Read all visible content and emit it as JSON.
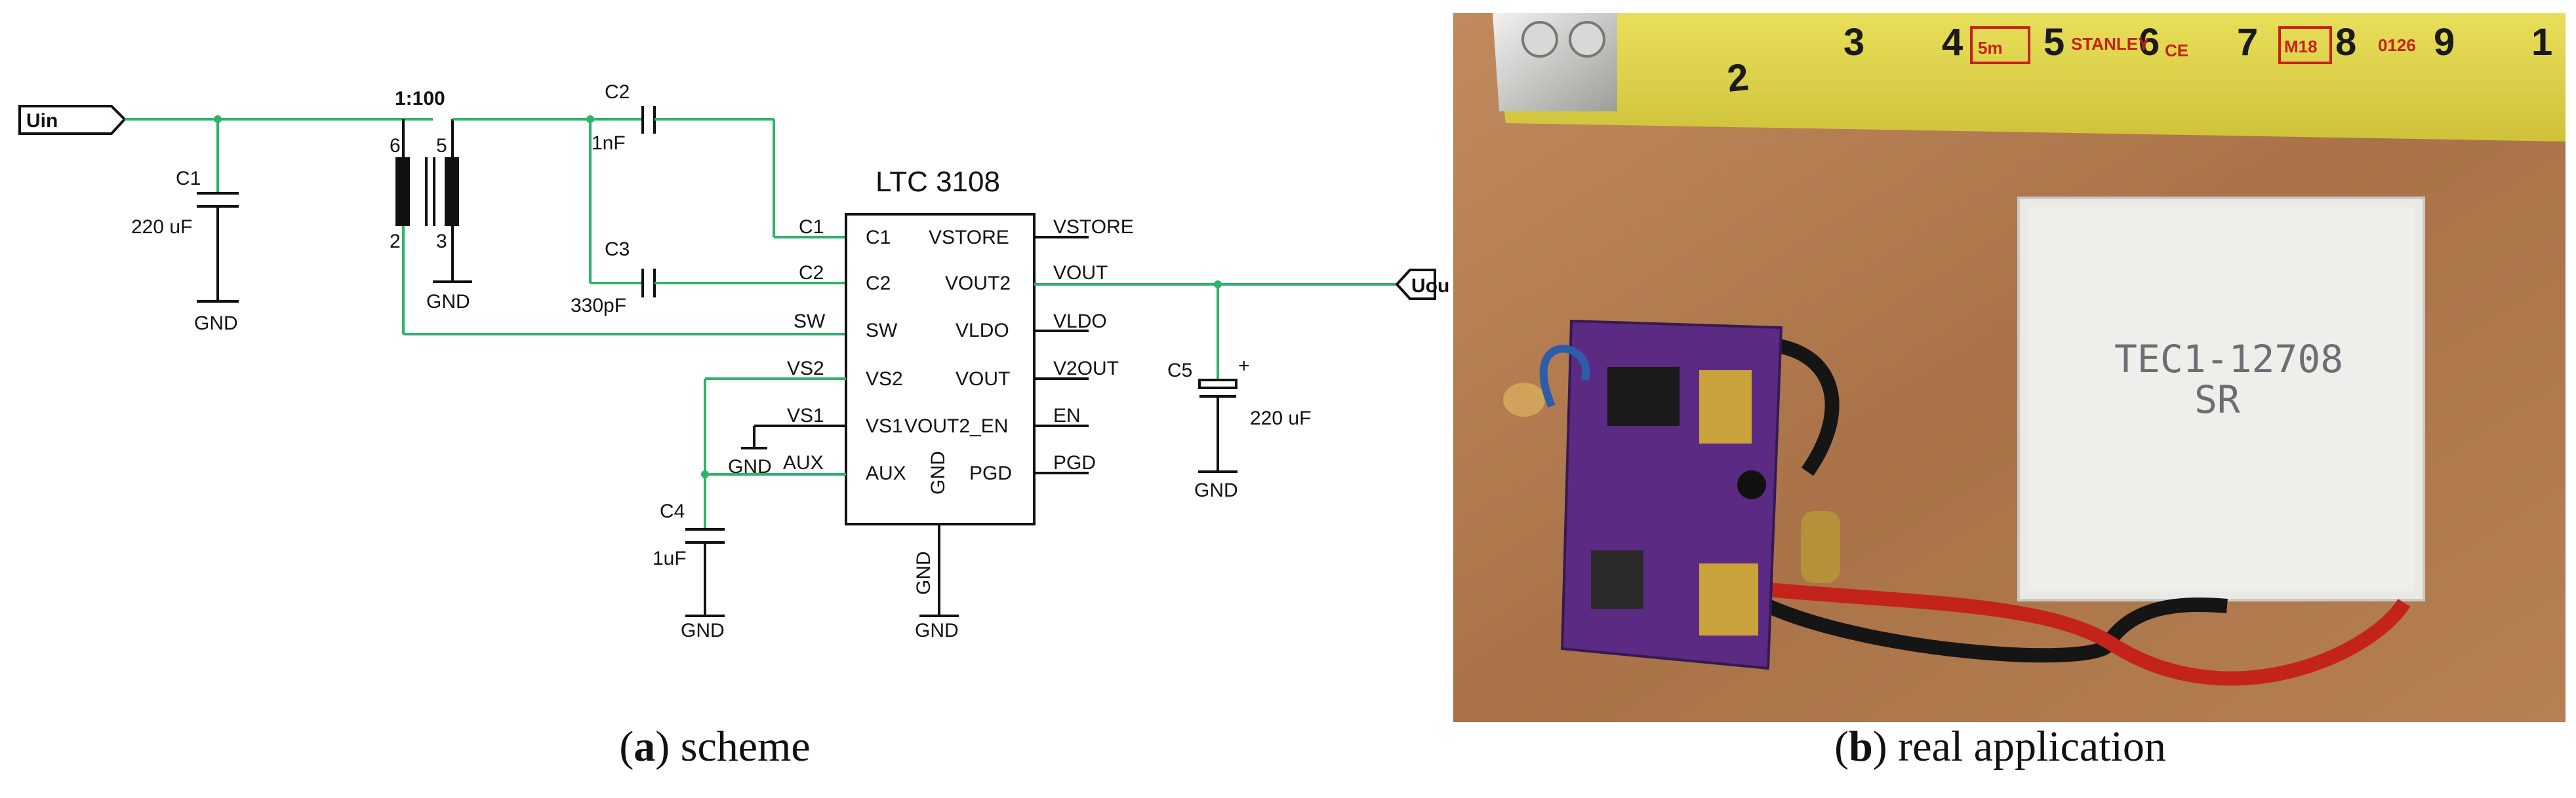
{
  "scheme": {
    "chip_title": "LTC 3108",
    "ports": {
      "input": "Uin",
      "output": "Uout"
    },
    "transformer_ratio": "1:100",
    "transformer_pins": [
      "6",
      "2",
      "5",
      "3"
    ],
    "components": {
      "c1": {
        "name": "C1",
        "value": "220 uF"
      },
      "c2": {
        "name": "C2",
        "value": "1nF"
      },
      "c3": {
        "name": "C3",
        "value": "330pF"
      },
      "c4": {
        "name": "C4",
        "value": "1uF"
      },
      "c5": {
        "name": "C5",
        "value": "220 uF",
        "polarity": "+"
      }
    },
    "gnd": "GND",
    "pins_left_inner": [
      "C1",
      "C2",
      "SW",
      "VS2",
      "VS1",
      "AUX"
    ],
    "pins_left_outer": [
      "C1",
      "C2",
      "SW",
      "VS2",
      "VS1",
      "AUX"
    ],
    "pins_right_inner": [
      "VSTORE",
      "VOUT2",
      "VLDO",
      "VOUT",
      "VOUT2_EN",
      "PGD"
    ],
    "pins_right_outer": [
      "VSTORE",
      "VOUT",
      "VLDO",
      "V2OUT",
      "EN",
      "PGD"
    ],
    "pin_bottom_inner": "GND",
    "pin_bottom_outer": "GND"
  },
  "photo": {
    "tape_numbers": [
      "2",
      "3",
      "4",
      "5",
      "6",
      "7",
      "8",
      "9",
      "1"
    ],
    "tape_small": "2",
    "tape_brand": [
      "5m",
      "STANLEY",
      "CE",
      "M18",
      "0126"
    ],
    "tec_label": [
      "TEC1-12708",
      "SR"
    ]
  },
  "captions": {
    "a": {
      "letter": "a",
      "text": "scheme"
    },
    "b": {
      "letter": "b",
      "text": "real application"
    }
  }
}
